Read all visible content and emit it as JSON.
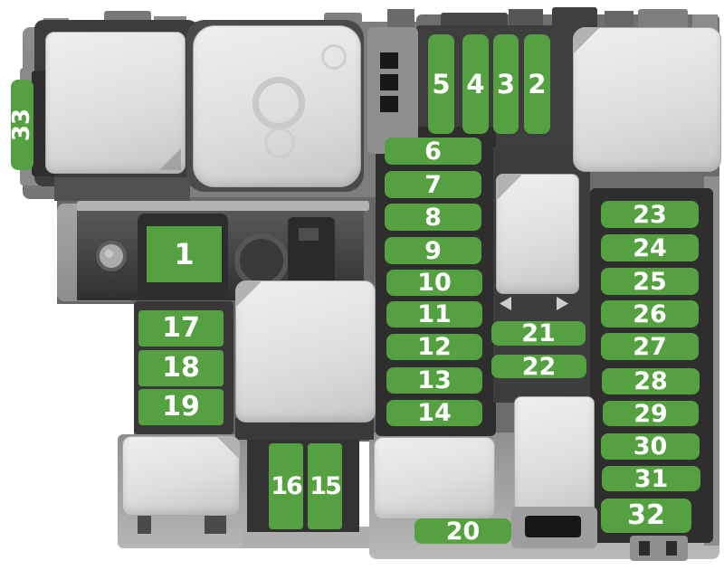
{
  "diagram": {
    "type": "fuse-box-layout",
    "colors": {
      "fuse_green": "#55a041",
      "fuse_text": "#ffffff"
    },
    "fuses": [
      {
        "id": 1,
        "label": "1"
      },
      {
        "id": 2,
        "label": "2"
      },
      {
        "id": 3,
        "label": "3"
      },
      {
        "id": 4,
        "label": "4"
      },
      {
        "id": 5,
        "label": "5"
      },
      {
        "id": 6,
        "label": "6"
      },
      {
        "id": 7,
        "label": "7"
      },
      {
        "id": 8,
        "label": "8"
      },
      {
        "id": 9,
        "label": "9"
      },
      {
        "id": 10,
        "label": "10"
      },
      {
        "id": 11,
        "label": "11"
      },
      {
        "id": 12,
        "label": "12"
      },
      {
        "id": 13,
        "label": "13"
      },
      {
        "id": 14,
        "label": "14"
      },
      {
        "id": 15,
        "label": "15"
      },
      {
        "id": 16,
        "label": "16"
      },
      {
        "id": 17,
        "label": "17"
      },
      {
        "id": 18,
        "label": "18"
      },
      {
        "id": 19,
        "label": "19"
      },
      {
        "id": 20,
        "label": "20"
      },
      {
        "id": 21,
        "label": "21"
      },
      {
        "id": 22,
        "label": "22"
      },
      {
        "id": 23,
        "label": "23"
      },
      {
        "id": 24,
        "label": "24"
      },
      {
        "id": 25,
        "label": "25"
      },
      {
        "id": 26,
        "label": "26"
      },
      {
        "id": 27,
        "label": "27"
      },
      {
        "id": 28,
        "label": "28"
      },
      {
        "id": 29,
        "label": "29"
      },
      {
        "id": 30,
        "label": "30"
      },
      {
        "id": 31,
        "label": "31"
      },
      {
        "id": 32,
        "label": "32"
      },
      {
        "id": 33,
        "label": "33"
      }
    ]
  }
}
